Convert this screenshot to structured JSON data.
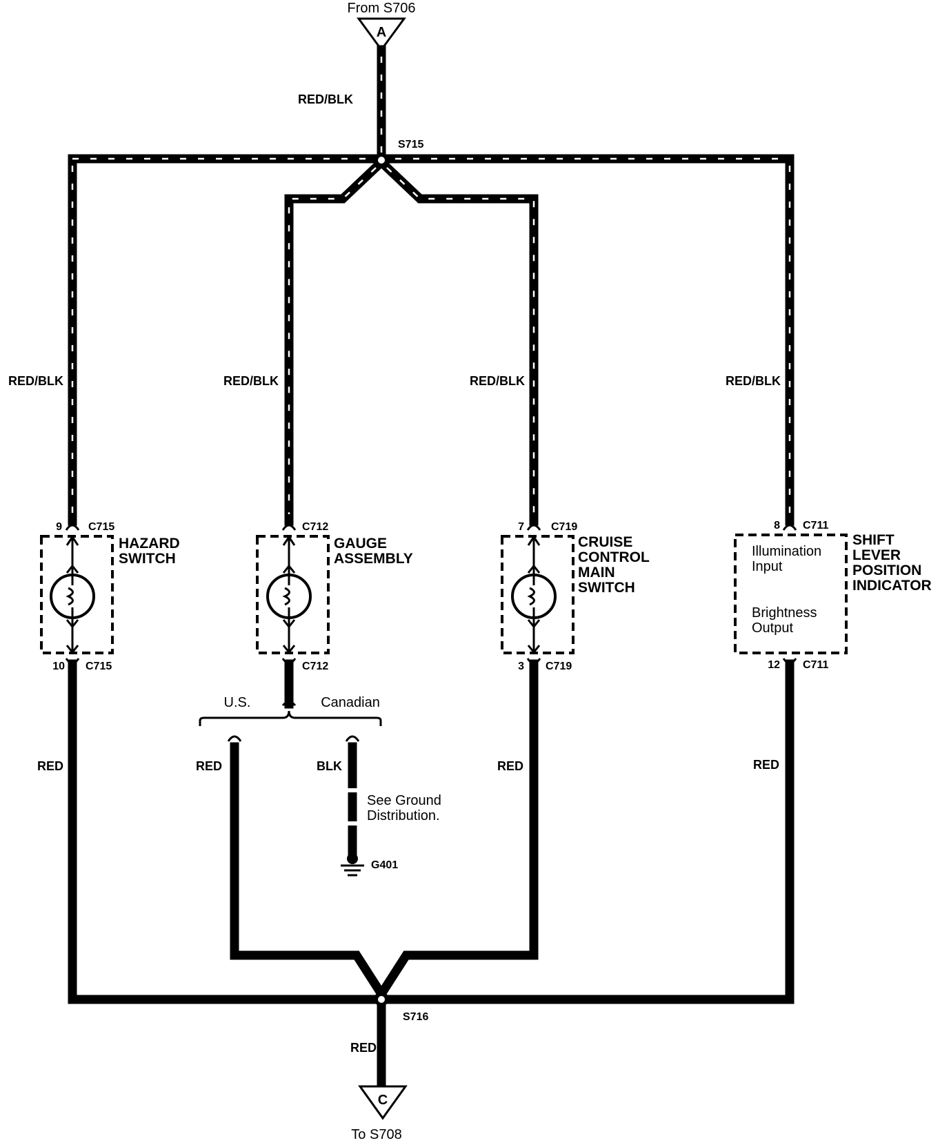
{
  "connectors": {
    "from": {
      "text": "From S706",
      "letter": "A"
    },
    "to": {
      "text": "To S708",
      "letter": "C"
    }
  },
  "splices": {
    "top": "S715",
    "bottom": "S716"
  },
  "wires": {
    "feed_top": "RED/BLK",
    "hazard_top": "RED/BLK",
    "gauge_top": "RED/BLK",
    "cruise_top": "RED/BLK",
    "shift_top": "RED/BLK",
    "hazard_bottom": "RED",
    "us_branch": "RED",
    "canadian_branch": "BLK",
    "cruise_bottom": "RED",
    "shift_bottom": "RED",
    "out": "RED"
  },
  "components": {
    "hazard": {
      "name_line1": "HAZARD",
      "name_line2": "SWITCH",
      "pin_top": "9",
      "conn_top": "C715",
      "pin_bottom": "10",
      "conn_bottom": "C715"
    },
    "gauge": {
      "name_line1": "GAUGE",
      "name_line2": "ASSEMBLY",
      "conn_top": "C712",
      "conn_bottom": "C712"
    },
    "cruise": {
      "name_line1": "CRUISE",
      "name_line2": "CONTROL",
      "name_line3": "MAIN",
      "name_line4": "SWITCH",
      "pin_top": "7",
      "conn_top": "C719",
      "pin_bottom": "3",
      "conn_bottom": "C719"
    },
    "shift": {
      "name_line1": "SHIFT",
      "name_line2": "LEVER",
      "name_line3": "POSITION",
      "name_line4": "INDICATOR",
      "pin_top": "8",
      "conn_top": "C711",
      "pin_bottom": "12",
      "conn_bottom": "C711",
      "input_line1": "Illumination",
      "input_line2": "Input",
      "output_line1": "Brightness",
      "output_line2": "Output"
    }
  },
  "variants": {
    "us": "U.S.",
    "canadian": "Canadian"
  },
  "ground": {
    "note_line1": "See Ground",
    "note_line2": "Distribution.",
    "id": "G401"
  }
}
